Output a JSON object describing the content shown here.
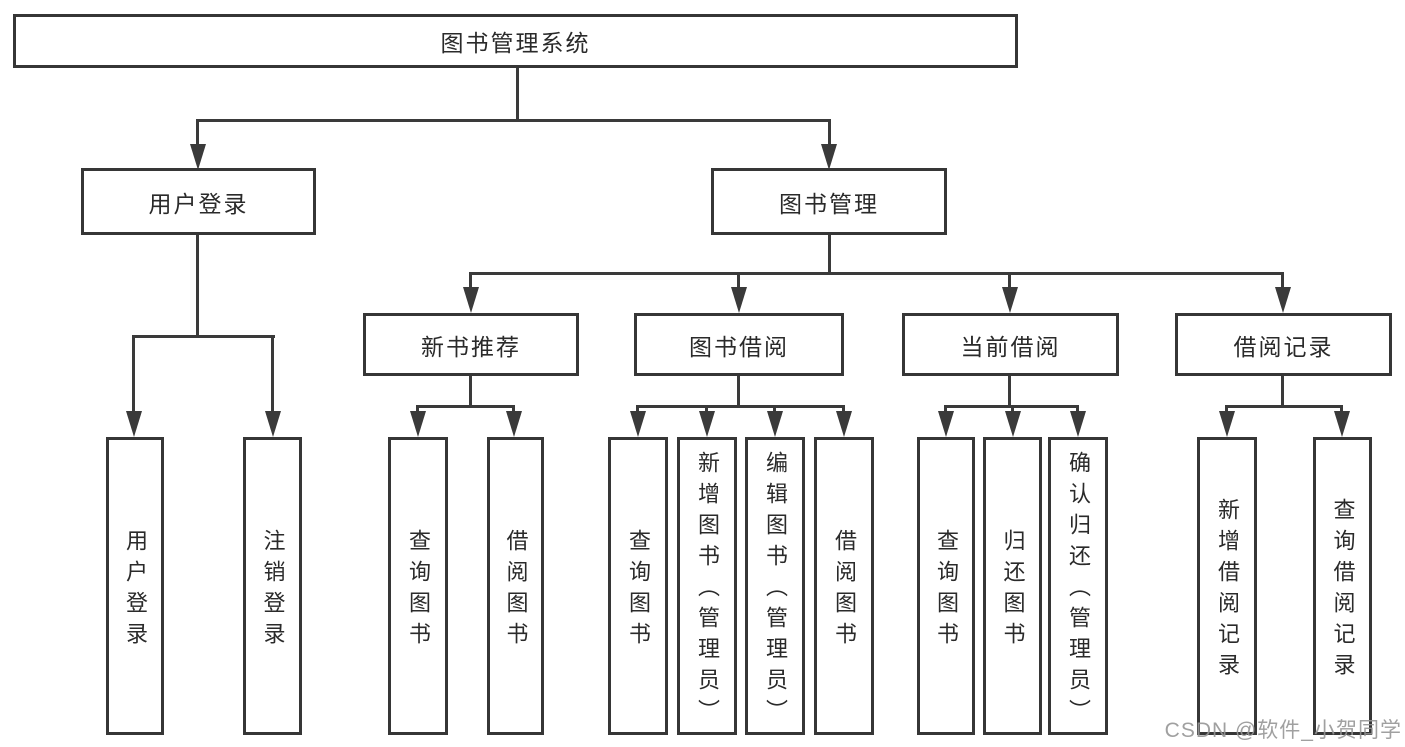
{
  "diagram_title": "图书管理系统",
  "tree": {
    "root": "图书管理系统",
    "branches": [
      {
        "label": "用户登录",
        "children": [
          "用户登录",
          "注销登录"
        ]
      },
      {
        "label": "图书管理",
        "children": [
          {
            "label": "新书推荐",
            "children": [
              "查询图书",
              "借阅图书"
            ]
          },
          {
            "label": "图书借阅",
            "children": [
              "查询图书",
              "新增图书（管理员）",
              "编辑图书（管理员）",
              "借阅图书"
            ]
          },
          {
            "label": "当前借阅",
            "children": [
              "查询图书",
              "归还图书",
              "确认归还（管理员）"
            ]
          },
          {
            "label": "借阅记录",
            "children": [
              "新增借阅记录",
              "查询借阅记录"
            ]
          }
        ]
      }
    ]
  },
  "watermark": {
    "text": "CSDN @软件_小贺同学"
  },
  "colors": {
    "background": "#ffffff",
    "line": "#3a3a3a",
    "box_border": "#363636",
    "text": "#2a2a2a",
    "watermark": "#969696"
  }
}
